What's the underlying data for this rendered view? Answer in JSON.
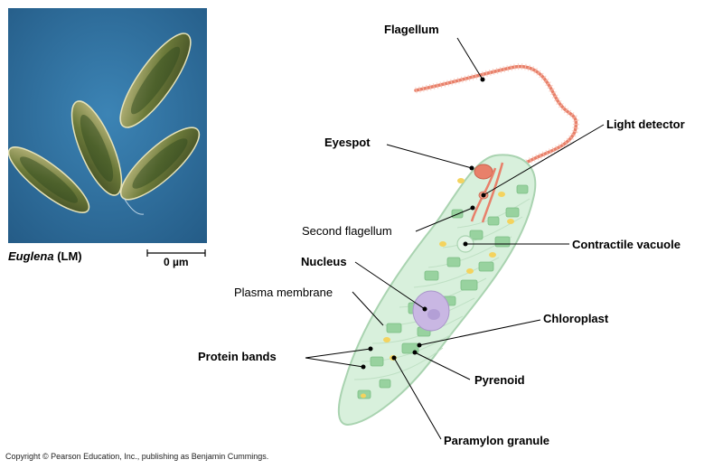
{
  "photo": {
    "species": "Euglena",
    "method": "(LM)",
    "scale_label": "0 µm"
  },
  "labels": {
    "flagellum": "Flagellum",
    "light_detector": "Light detector",
    "eyespot": "Eyespot",
    "second_flagellum": "Second flagellum",
    "contractile_vacuole": "Contractile vacuole",
    "nucleus": "Nucleus",
    "plasma_membrane": "Plasma membrane",
    "chloroplast": "Chloroplast",
    "protein_bands": "Protein bands",
    "pyrenoid": "Pyrenoid",
    "paramylon_granule": "Paramylon granule"
  },
  "copyright": "Copyright © Pearson Education, Inc., publishing as Benjamin Cummings.",
  "colors": {
    "micrograph_background": "#2f6f9e",
    "cell_fill": "#d8f0dc",
    "cell_outline": "#a9d3b0",
    "chloroplast": "#98d29f",
    "flagellum": "#e8806a",
    "nucleus": "#c9b7e3",
    "granule": "#f4d35e",
    "pointer_line": "#000000"
  }
}
